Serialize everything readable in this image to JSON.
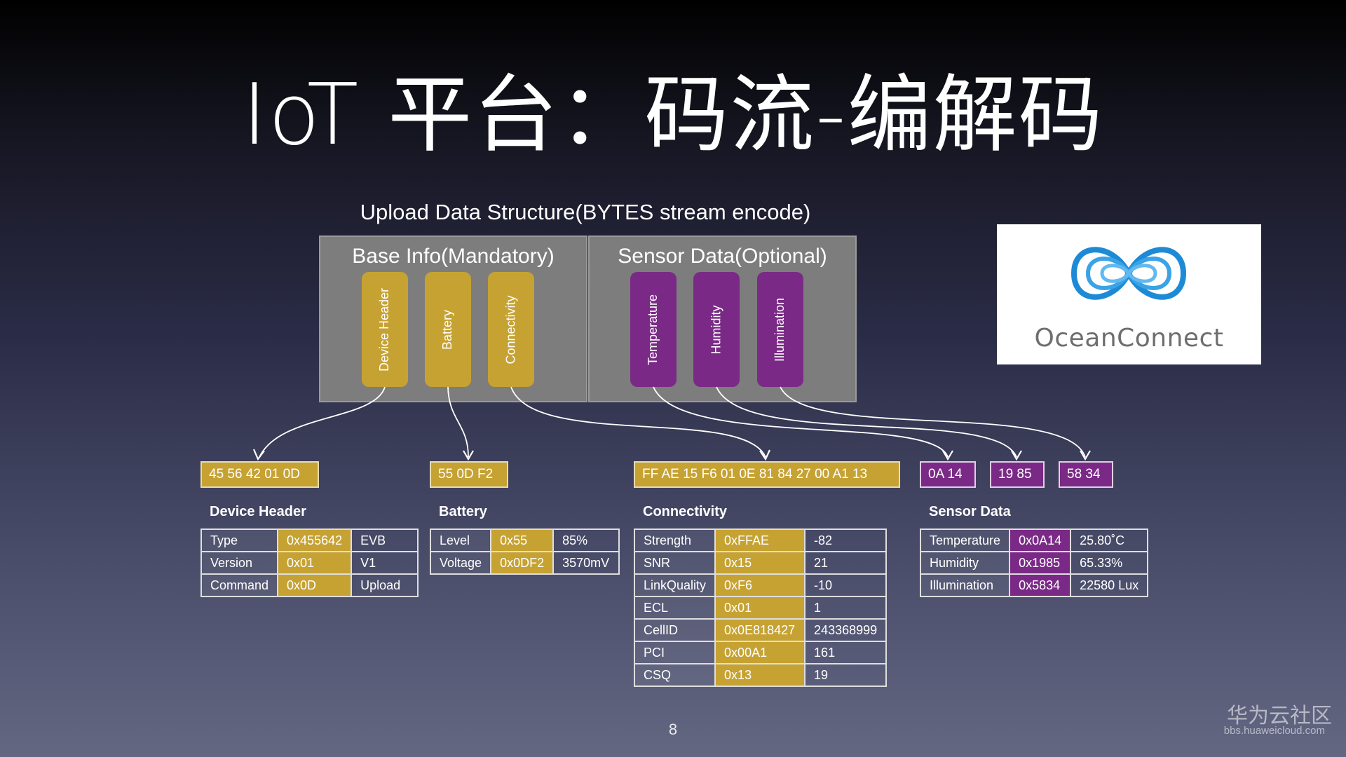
{
  "slide": {
    "title": "IoT 平台：码流-编解码",
    "page_number": "8",
    "watermark": {
      "cn": "华为云社区",
      "url": "bbs.huaweicloud.com"
    }
  },
  "diagram": {
    "upload_title": "Upload Data Structure(BYTES stream encode)",
    "base_panel": {
      "title": "Base Info(Mandatory)",
      "segments": [
        "Device Header",
        "Battery",
        "Connectivity"
      ]
    },
    "sensor_panel": {
      "title": "Sensor  Data(Optional)",
      "segments": [
        "Temperature",
        "Humidity",
        "Illumination"
      ]
    },
    "hex_boxes": {
      "device_header": "45 56 42 01 0D",
      "battery": "55 0D F2",
      "connectivity": "FF AE 15 F6 01 0E 81 84 27 00 A1 13",
      "temperature": "0A 14",
      "humidity": "19 85",
      "illumination": "58 34"
    },
    "colors": {
      "gold": "#c6a233",
      "purple": "#7a2a86",
      "panel": "#7d7d7d"
    }
  },
  "tables": {
    "device_header": {
      "label": "Device Header",
      "rows": [
        [
          "Type",
          "0x455642",
          "EVB"
        ],
        [
          "Version",
          "0x01",
          "V1"
        ],
        [
          "Command",
          "0x0D",
          "Upload"
        ]
      ]
    },
    "battery": {
      "label": "Battery",
      "rows": [
        [
          "Level",
          "0x55",
          "85%"
        ],
        [
          "Voltage",
          "0x0DF2",
          "3570mV"
        ]
      ]
    },
    "connectivity": {
      "label": "Connectivity",
      "rows": [
        [
          "Strength",
          "0xFFAE",
          "-82"
        ],
        [
          "SNR",
          "0x15",
          "21"
        ],
        [
          "LinkQuality",
          "0xF6",
          "-10"
        ],
        [
          "ECL",
          "0x01",
          "1"
        ],
        [
          "CellID",
          "0x0E818427",
          "243368999"
        ],
        [
          "PCI",
          "0x00A1",
          "161"
        ],
        [
          "CSQ",
          "0x13",
          "19"
        ]
      ]
    },
    "sensor": {
      "label": "Sensor Data",
      "rows": [
        [
          "Temperature",
          "0x0A14",
          "25.80˚C"
        ],
        [
          "Humidity",
          "0x1985",
          "65.33%"
        ],
        [
          "Illumination",
          "0x5834",
          "22580 Lux"
        ]
      ]
    }
  },
  "logo": {
    "text": "OceanConnect",
    "icon": "infinity-loop-icon",
    "color": "#1e8ad6"
  }
}
